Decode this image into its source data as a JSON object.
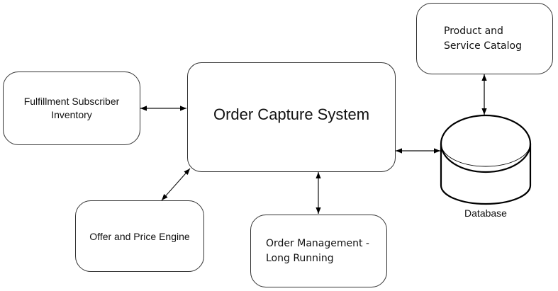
{
  "diagram": {
    "type": "architecture",
    "nodes": {
      "fulfillment": {
        "label": "Fulfillment Subscriber\nInventory",
        "shape": "rounded-rectangle"
      },
      "order_capture": {
        "label": "Order Capture System",
        "shape": "rounded-rectangle"
      },
      "offer_price": {
        "label": "Offer and Price Engine",
        "shape": "rounded-rectangle"
      },
      "order_management": {
        "label": "Order Management -\nLong Running",
        "shape": "rounded-rectangle"
      },
      "product_catalog": {
        "label": "Product and\nService Catalog",
        "shape": "rounded-rectangle"
      },
      "database": {
        "label": "Database",
        "shape": "cylinder"
      }
    },
    "edges": [
      {
        "from": "fulfillment",
        "to": "order_capture",
        "direction": "bidirectional"
      },
      {
        "from": "offer_price",
        "to": "order_capture",
        "direction": "bidirectional"
      },
      {
        "from": "order_capture",
        "to": "order_management",
        "direction": "bidirectional"
      },
      {
        "from": "order_capture",
        "to": "database",
        "direction": "bidirectional"
      },
      {
        "from": "product_catalog",
        "to": "database",
        "direction": "bidirectional"
      }
    ],
    "colors": {
      "stroke": "#333333",
      "text": "#111111",
      "background": "#ffffff"
    }
  }
}
